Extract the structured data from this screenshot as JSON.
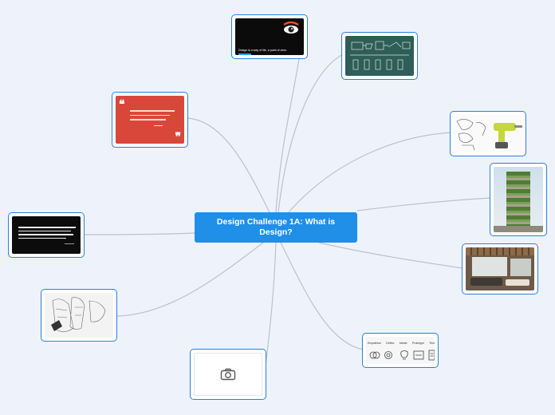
{
  "central": {
    "title": "Design Challenge 1A: What is Design?"
  },
  "nodes": [
    {
      "id": "eye-quote",
      "caption": "Design is a way of life, a point of view."
    },
    {
      "id": "chalkboard-sketch"
    },
    {
      "id": "red-quote"
    },
    {
      "id": "drill-sketch"
    },
    {
      "id": "green-tower"
    },
    {
      "id": "interior-photo"
    },
    {
      "id": "black-quote"
    },
    {
      "id": "shoe-sketch"
    },
    {
      "id": "image-placeholder",
      "icon": "camera-icon"
    },
    {
      "id": "design-process",
      "steps": [
        "Empathise",
        "Define",
        "Ideate",
        "Prototype",
        "Test"
      ]
    }
  ],
  "colors": {
    "accent": "#2b7de0",
    "central": "#1f8fe8",
    "link": "#b8c2cf",
    "background": "#eef3fb"
  }
}
